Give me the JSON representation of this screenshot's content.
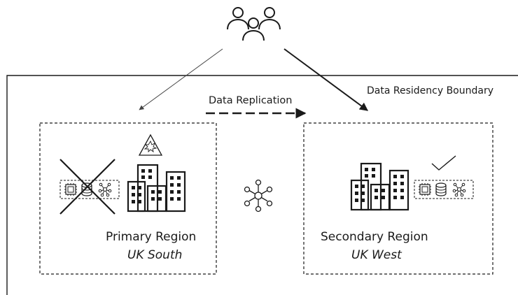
{
  "diagram": {
    "boundary_label": "Data Residency Boundary",
    "replication_label": "Data Replication",
    "primary": {
      "name": "Primary Region",
      "location": "UK South",
      "status": "failed"
    },
    "secondary": {
      "name": "Secondary Region",
      "location": "UK West",
      "status": "healthy"
    },
    "icons": {
      "users": "users-group-icon",
      "buildings": "datacenter-buildings-icon",
      "services": [
        "cpu-chip-icon",
        "database-icon",
        "network-hub-icon"
      ],
      "warning": "warning-triangle-icon",
      "failure": "x-cross-icon",
      "healthy": "checkmark-icon",
      "connection": "network-hub-icon"
    },
    "colors": {
      "line": "#1a1a1a",
      "thin_arrow": "#555555",
      "background": "#ffffff"
    }
  }
}
